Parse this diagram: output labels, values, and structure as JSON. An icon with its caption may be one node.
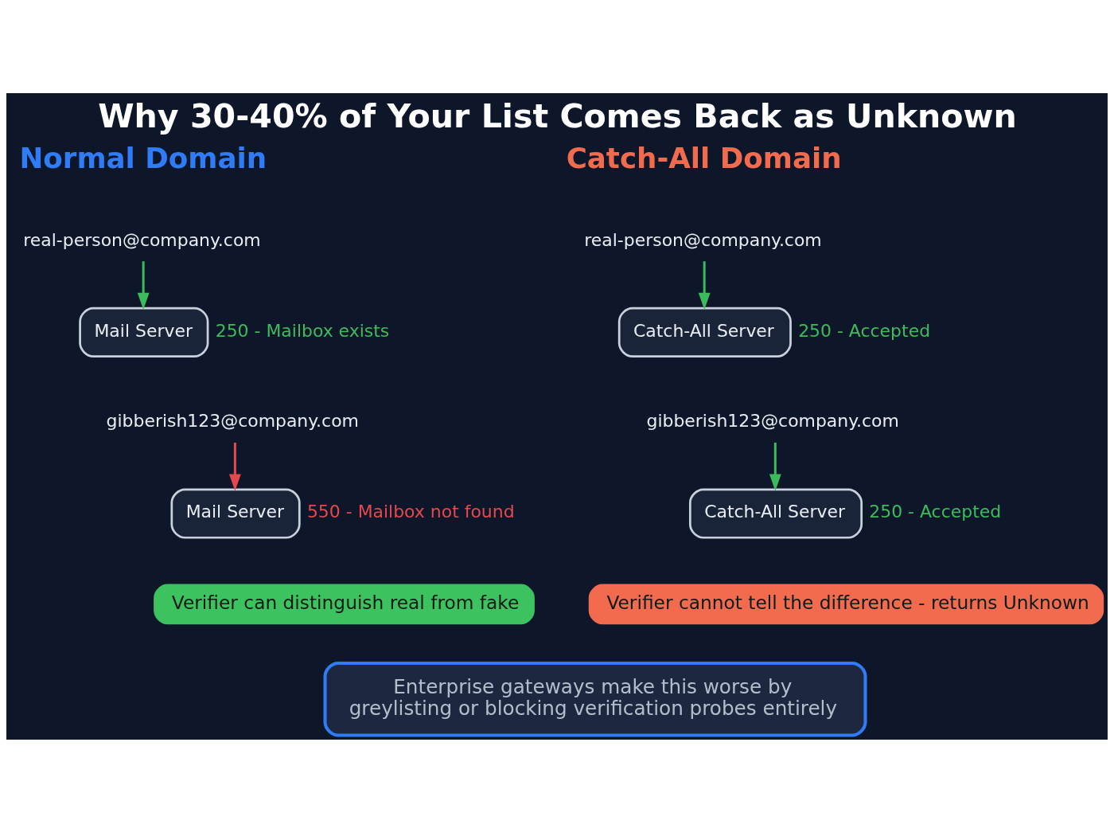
{
  "diagram": {
    "title": "Why 30-40% of Your List Comes Back as Unknown",
    "nodes": [
      {
        "text": [
          "real-person@company.com"
        ]
      },
      {
        "text": [
          "Mail Server"
        ],
        "beside": [
          "250 - Mailbox exists"
        ]
      },
      {
        "text": [
          "gibberish123@company.com"
        ]
      },
      {
        "text": [
          "Mail Server"
        ],
        "beside": [
          "550 - Mailbox not found"
        ]
      },
      {
        "text": [
          "Verifier can distinguish real from fake"
        ]
      },
      {
        "text": [
          "real-person@company.com"
        ]
      },
      {
        "text": [
          "Catch-All Server"
        ],
        "beside": [
          "250 - Accepted"
        ]
      },
      {
        "text": [
          "gibberish123@company.com"
        ]
      },
      {
        "text": [
          "Catch-All Server"
        ],
        "beside": [
          "250 - Accepted"
        ]
      },
      {
        "text": [
          "Verifier cannot tell the difference - returns Unknown"
        ]
      },
      {
        "text": [
          "Enterprise gateways make this worse by greylisting or blocking verification probes entirely"
        ]
      }
    ],
    "edges": [
      {
        "from": 0,
        "to": 1,
        "arrow": "to"
      },
      {
        "from": 2,
        "to": 3,
        "arrow": "to",
        "color": "#e5484d"
      },
      {
        "from": 5,
        "to": 6,
        "arrow": "to"
      },
      {
        "from": 7,
        "to": 8,
        "arrow": "to"
      }
    ],
    "labels": [
      "Normal Domain",
      "Catch-All Domain"
    ]
  }
}
